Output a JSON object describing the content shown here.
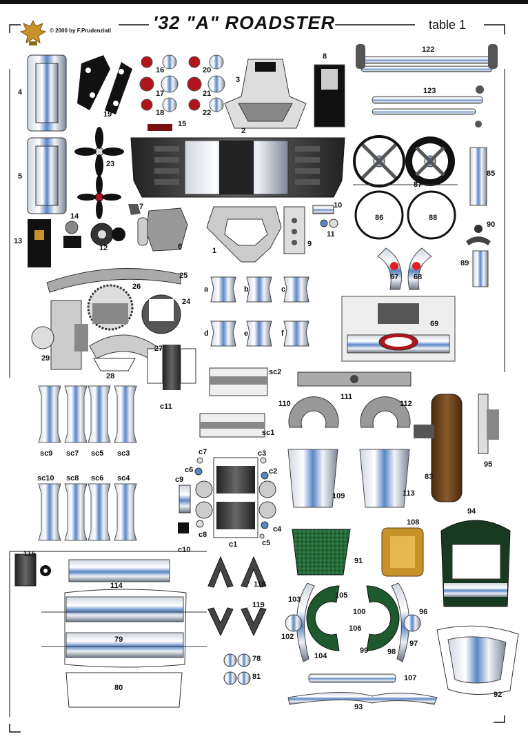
{
  "header": {
    "title": "'32   \"A\" ROADSTER",
    "sheet": "table 1",
    "copyright_symbol": "©",
    "copyright": "2000 by F.Prudenziati"
  },
  "logo": {
    "icon": "eagle-emblem-icon"
  },
  "parts": [
    {
      "id": "p4",
      "label": "4"
    },
    {
      "id": "p19",
      "label": "19"
    },
    {
      "id": "p16",
      "label": "16"
    },
    {
      "id": "p17",
      "label": "17"
    },
    {
      "id": "p18",
      "label": "18"
    },
    {
      "id": "p20",
      "label": "20"
    },
    {
      "id": "p21",
      "label": "21"
    },
    {
      "id": "p22",
      "label": "22"
    },
    {
      "id": "p15",
      "label": "15"
    },
    {
      "id": "p3",
      "label": "3"
    },
    {
      "id": "p8",
      "label": "8"
    },
    {
      "id": "p122",
      "label": "122"
    },
    {
      "id": "p123",
      "label": "123"
    },
    {
      "id": "p2",
      "label": "2"
    },
    {
      "id": "p5",
      "label": "5"
    },
    {
      "id": "p23",
      "label": "23"
    },
    {
      "id": "p87",
      "label": "87"
    },
    {
      "id": "p85",
      "label": "85"
    },
    {
      "id": "p86",
      "label": "86"
    },
    {
      "id": "p88",
      "label": "88"
    },
    {
      "id": "p13",
      "label": "13"
    },
    {
      "id": "p14",
      "label": "14"
    },
    {
      "id": "p12",
      "label": "12"
    },
    {
      "id": "p7",
      "label": "7"
    },
    {
      "id": "p6",
      "label": "6"
    },
    {
      "id": "p1",
      "label": "1"
    },
    {
      "id": "p9",
      "label": "9"
    },
    {
      "id": "p10",
      "label": "10"
    },
    {
      "id": "p11",
      "label": "11"
    },
    {
      "id": "p90",
      "label": "90"
    },
    {
      "id": "p89",
      "label": "89"
    },
    {
      "id": "p67",
      "label": "67"
    },
    {
      "id": "p68",
      "label": "68"
    },
    {
      "id": "p25",
      "label": "25"
    },
    {
      "id": "p26",
      "label": "26"
    },
    {
      "id": "p24",
      "label": "24"
    },
    {
      "id": "pa",
      "label": "a"
    },
    {
      "id": "pb",
      "label": "b"
    },
    {
      "id": "pc",
      "label": "c"
    },
    {
      "id": "pd",
      "label": "d"
    },
    {
      "id": "pe",
      "label": "e"
    },
    {
      "id": "pf",
      "label": "f"
    },
    {
      "id": "p69",
      "label": "69"
    },
    {
      "id": "p29",
      "label": "29"
    },
    {
      "id": "p27",
      "label": "27"
    },
    {
      "id": "p28",
      "label": "28"
    },
    {
      "id": "pc11",
      "label": "c11"
    },
    {
      "id": "psc2",
      "label": "sc2"
    },
    {
      "id": "p111",
      "label": "111"
    },
    {
      "id": "psc9",
      "label": "sc9"
    },
    {
      "id": "psc7",
      "label": "sc7"
    },
    {
      "id": "psc5",
      "label": "sc5"
    },
    {
      "id": "psc3",
      "label": "sc3"
    },
    {
      "id": "p110",
      "label": "110"
    },
    {
      "id": "p112",
      "label": "112"
    },
    {
      "id": "psc1",
      "label": "sc1"
    },
    {
      "id": "p95",
      "label": "95"
    },
    {
      "id": "pc7",
      "label": "c7"
    },
    {
      "id": "pc3",
      "label": "c3"
    },
    {
      "id": "pc6",
      "label": "c6"
    },
    {
      "id": "pc2",
      "label": "c2"
    },
    {
      "id": "pc9",
      "label": "c9"
    },
    {
      "id": "psc10",
      "label": "sc10"
    },
    {
      "id": "psc8",
      "label": "sc8"
    },
    {
      "id": "psc6",
      "label": "sc6"
    },
    {
      "id": "psc4",
      "label": "sc4"
    },
    {
      "id": "p83",
      "label": "83"
    },
    {
      "id": "p109",
      "label": "109"
    },
    {
      "id": "p113",
      "label": "113"
    },
    {
      "id": "pc8",
      "label": "c8"
    },
    {
      "id": "pc4",
      "label": "c4"
    },
    {
      "id": "pc10",
      "label": "c10"
    },
    {
      "id": "pc1",
      "label": "c1"
    },
    {
      "id": "pc5",
      "label": "c5"
    },
    {
      "id": "p94",
      "label": "94"
    },
    {
      "id": "p108",
      "label": "108"
    },
    {
      "id": "p91",
      "label": "91"
    },
    {
      "id": "p115",
      "label": "115"
    },
    {
      "id": "p114",
      "label": "114"
    },
    {
      "id": "p118",
      "label": "118"
    },
    {
      "id": "p103",
      "label": "103"
    },
    {
      "id": "p105",
      "label": "105"
    },
    {
      "id": "p100",
      "label": "100"
    },
    {
      "id": "p96",
      "label": "96"
    },
    {
      "id": "p119",
      "label": "119"
    },
    {
      "id": "p102",
      "label": "102"
    },
    {
      "id": "p106",
      "label": "106"
    },
    {
      "id": "p97",
      "label": "97"
    },
    {
      "id": "p79",
      "label": "79"
    },
    {
      "id": "p104",
      "label": "104"
    },
    {
      "id": "p99",
      "label": "99"
    },
    {
      "id": "p98",
      "label": "98"
    },
    {
      "id": "p78",
      "label": "78"
    },
    {
      "id": "p81",
      "label": "81"
    },
    {
      "id": "p80",
      "label": "80"
    },
    {
      "id": "p107",
      "label": "107"
    },
    {
      "id": "p92",
      "label": "92"
    },
    {
      "id": "p93",
      "label": "93"
    }
  ],
  "colors": {
    "metal_dark": "#3a3a3a",
    "metal_mid": "#8a8a8a",
    "metal_light": "#e6e8ec",
    "chrome_blue": "#5a86c6",
    "red_accent": "#b0141c",
    "green_grille": "#1f5a2e",
    "dark_green": "#183a22",
    "wood": "#6a4220",
    "brass": "#c7922a"
  }
}
